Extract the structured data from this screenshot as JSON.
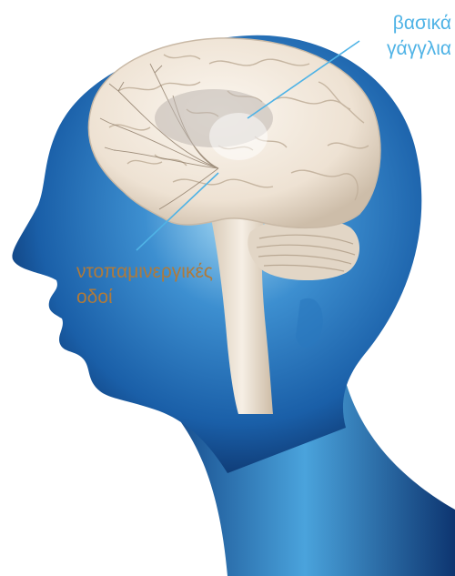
{
  "labels": {
    "basal_ganglia": {
      "line1": "βασικά",
      "line2": "γάγγλια",
      "color": "#4fb3e6"
    },
    "dopaminergic_pathways": {
      "line1": "ντοπαμινεργικές",
      "line2": "οδοί",
      "color": "#b07a3a"
    }
  },
  "colors": {
    "head_dark": "#0b2e63",
    "head_mid": "#1f6fb8",
    "head_light": "#8fd0f2",
    "brain": "#f1e8dc",
    "brain_shadow": "#c9b9a6",
    "ganglia": "#bdb6b0",
    "pointer_line": "#4fb3e6"
  }
}
